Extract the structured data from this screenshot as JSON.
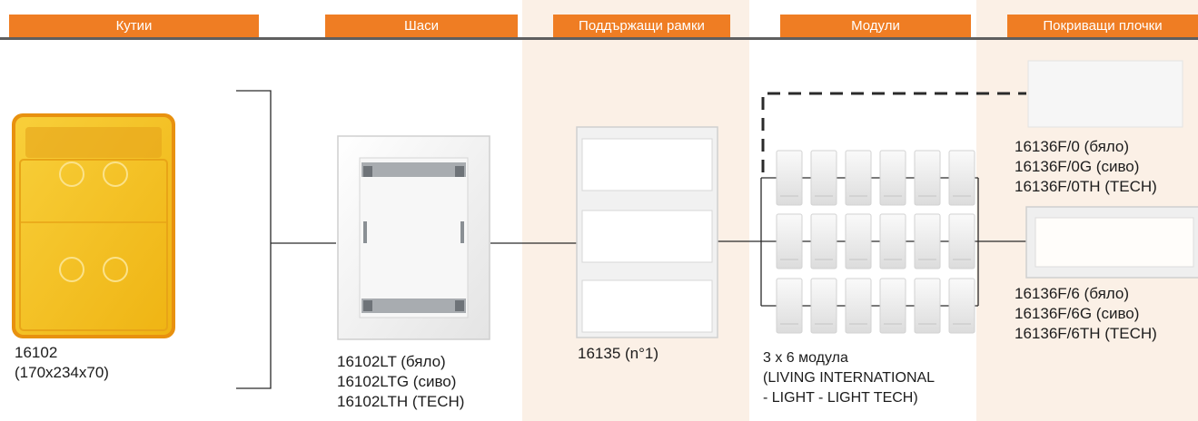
{
  "headers": [
    "Кутии",
    "Шаси",
    "Поддържащи рамки",
    "Модули",
    "Покриващи плочки"
  ],
  "colors": {
    "accent": "#ef7d23",
    "header_rule": "#5f5f5f",
    "column_tint": "#fbf0e6",
    "box_yellow": "#f6c21e",
    "box_edge": "#e8910f"
  },
  "items": {
    "box": [
      "16102",
      "(170x234x70)"
    ],
    "chassis": [
      "16102LT (бяло)",
      "16102LTG (сиво)",
      "16102LTH (TECH)"
    ],
    "frame": [
      "16135 (n°1)"
    ],
    "modules": [
      "3 x 6 модула",
      "(LIVING INTERNATIONAL",
      "- LIGHT - LIGHT TECH)"
    ],
    "cover_blank": [
      "16136F/0 (бяло)",
      "16136F/0G (сиво)",
      "16136F/0TH (TECH)"
    ],
    "cover_window": [
      "16136F/6 (бяло)",
      "16136F/6G (сиво)",
      "16136F/6TH (TECH)"
    ]
  }
}
